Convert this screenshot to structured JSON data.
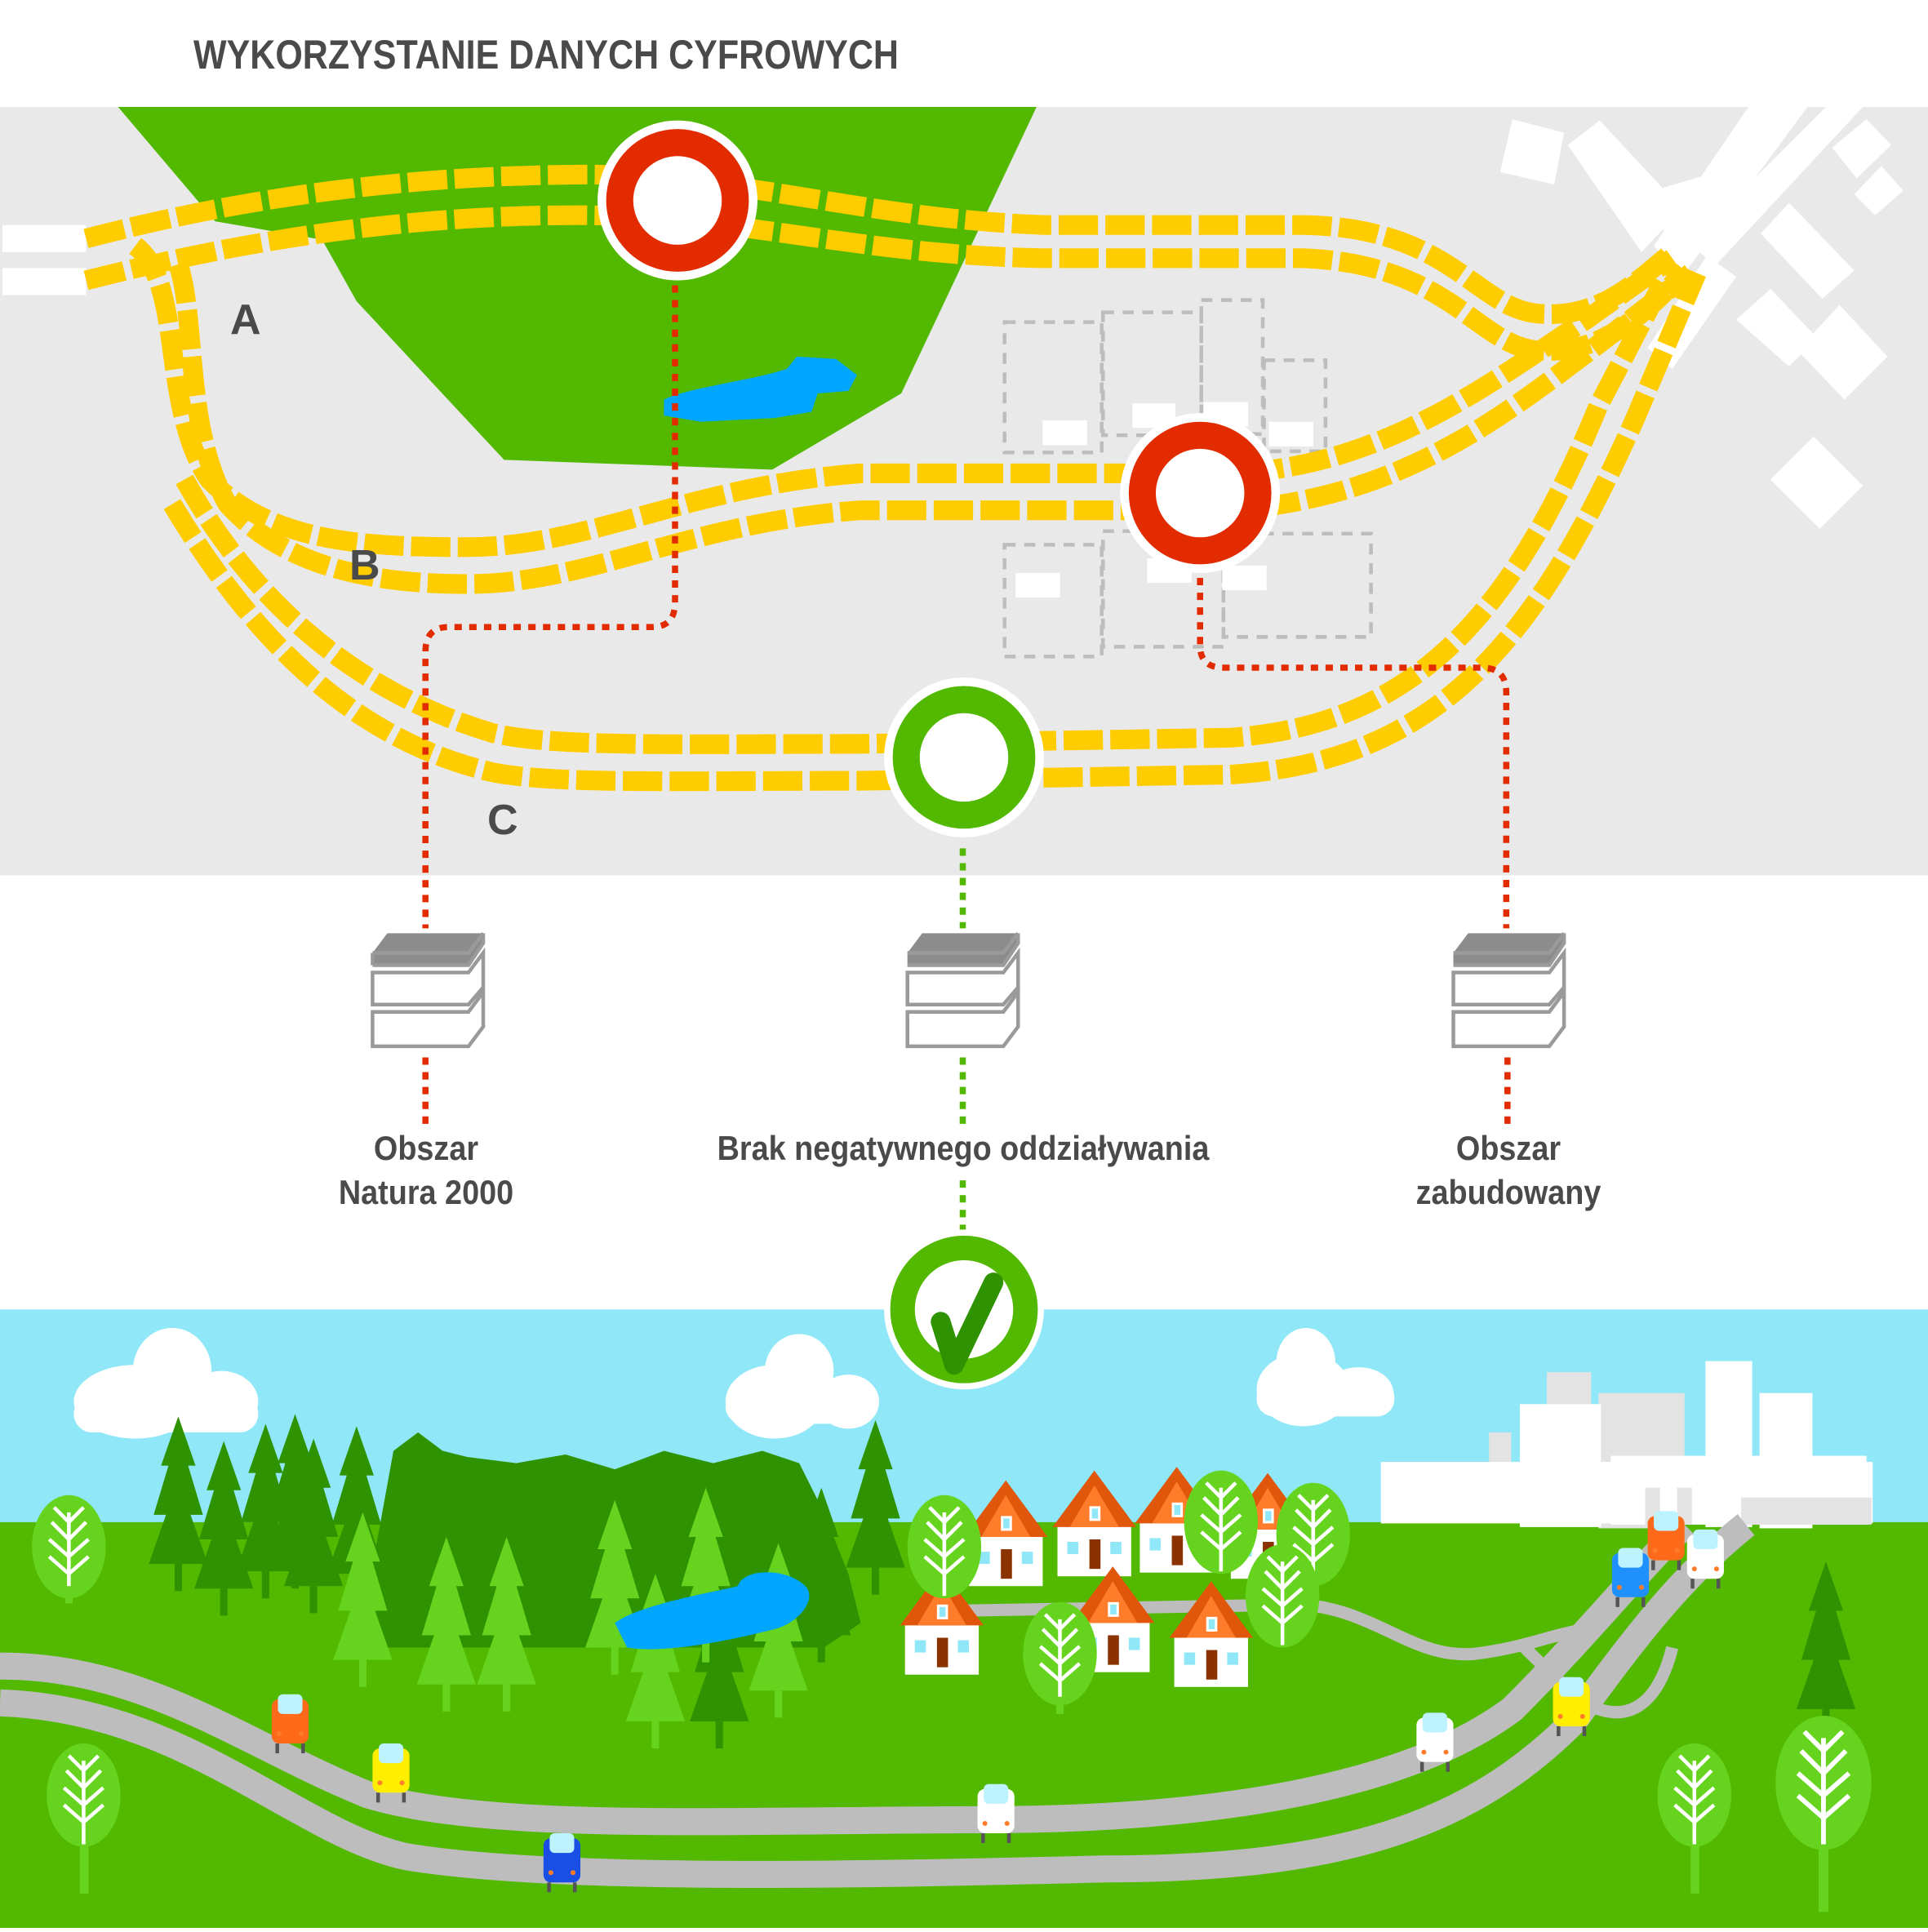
{
  "title": "WYKORZYSTANIE DANYCH CYFROWYCH",
  "routes": [
    {
      "letter": "A",
      "status": "conflict",
      "status_color": "#e32b00"
    },
    {
      "letter": "B",
      "status": "conflict",
      "status_color": "#e32b00"
    },
    {
      "letter": "C",
      "status": "approved",
      "status_color": "#52b900"
    }
  ],
  "data_layers": [
    {
      "label_line1": "Obszar",
      "label_line2": "Natura 2000",
      "link_color": "#e32b00"
    },
    {
      "label_line1": "Brak negatywnego oddziaływania",
      "label_line2": "",
      "link_color": "#52b900"
    },
    {
      "label_line1": "Obszar",
      "label_line2": "zabudowany",
      "link_color": "#e32b00"
    }
  ],
  "result_icon": "checkmark-icon",
  "colors": {
    "map_bg": "#e9e9e9",
    "forest": "#52b900",
    "road_dash": "#ffcc00",
    "water": "#00a6ff",
    "sky": "#8fe7f7",
    "grass": "#52b900",
    "dark_tree": "#2f9200",
    "light_tree": "#66d41e",
    "road": "#bdbdbd",
    "roof": "#e0560a",
    "text": "#4a4a4a"
  }
}
